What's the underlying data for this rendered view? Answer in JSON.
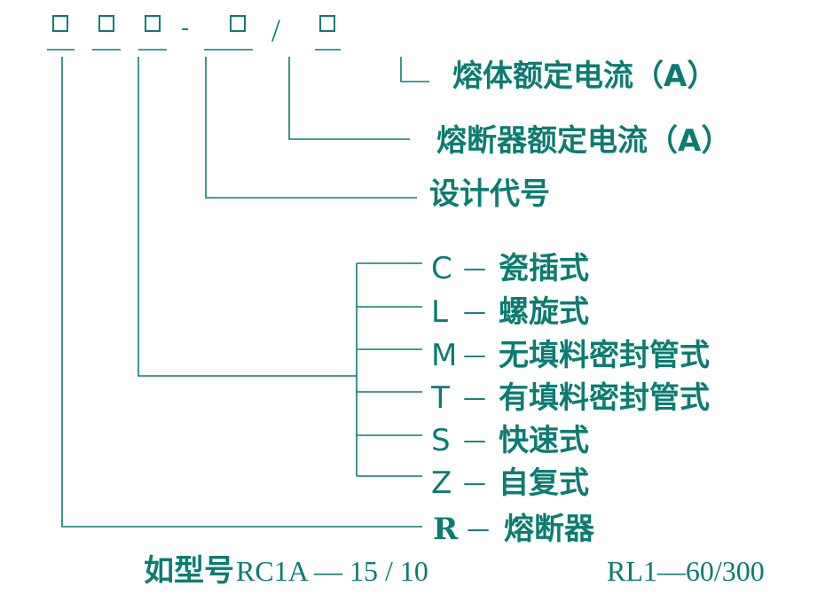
{
  "colors": {
    "ink": "#0b7c72"
  },
  "header": {
    "hyphen": "-",
    "slash": "/"
  },
  "labels": {
    "fuse_body_rating": "熔体额定电流（A）",
    "fuse_rating": "熔断器额定电流（A）",
    "design_code": "设计代号"
  },
  "types": [
    {
      "code": "C",
      "dash": "—",
      "name": "瓷插式"
    },
    {
      "code": "L",
      "dash": "—",
      "name": "螺旋式"
    },
    {
      "code": "M",
      "dash": "—",
      "name": "无填料密封管式"
    },
    {
      "code": "T",
      "dash": "—",
      "name": "有填料密封管式"
    },
    {
      "code": "S",
      "dash": "—",
      "name": "快速式"
    },
    {
      "code": "Z",
      "dash": "—",
      "name": "自复式"
    }
  ],
  "category": {
    "code": "R",
    "dash": "—",
    "name": "熔断器"
  },
  "example": {
    "prefix": "如型号",
    "model1": "RC1A — 15 / 10",
    "model2": "RL1—60/300"
  }
}
